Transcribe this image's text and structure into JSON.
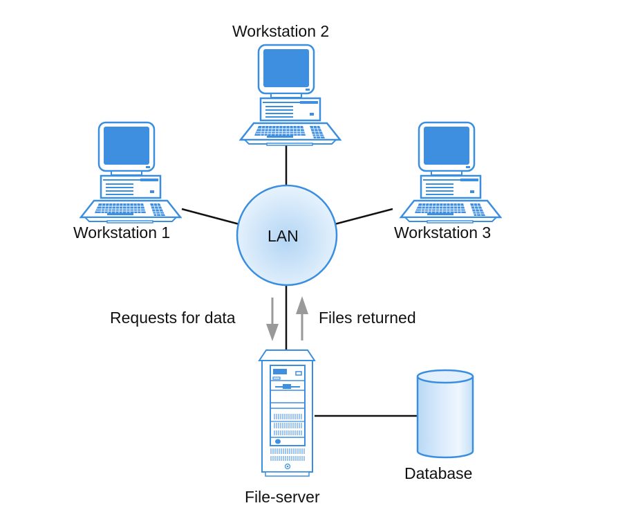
{
  "diagram": {
    "type": "network-topology",
    "colors": {
      "device_stroke": "#3a8ee0",
      "screen_fill": "#3f8fe0",
      "lan_fill_center": "#b7d8f5",
      "lan_fill_edge": "#e6f2fc",
      "connector": "#111111",
      "arrow": "#999999"
    },
    "hub": {
      "id": "lan",
      "label": "LAN"
    },
    "nodes": [
      {
        "id": "ws1",
        "label": "Workstation 1",
        "kind": "workstation"
      },
      {
        "id": "ws2",
        "label": "Workstation 2",
        "kind": "workstation"
      },
      {
        "id": "ws3",
        "label": "Workstation 3",
        "kind": "workstation"
      },
      {
        "id": "fileserver",
        "label": "File-server",
        "kind": "server"
      },
      {
        "id": "database",
        "label": "Database",
        "kind": "database"
      }
    ],
    "edges": [
      {
        "from": "ws1",
        "to": "lan"
      },
      {
        "from": "ws2",
        "to": "lan"
      },
      {
        "from": "ws3",
        "to": "lan"
      },
      {
        "from": "lan",
        "to": "fileserver"
      },
      {
        "from": "fileserver",
        "to": "database"
      }
    ],
    "flows": [
      {
        "label": "Requests for data",
        "direction": "down"
      },
      {
        "label": "Files returned",
        "direction": "up"
      }
    ]
  }
}
